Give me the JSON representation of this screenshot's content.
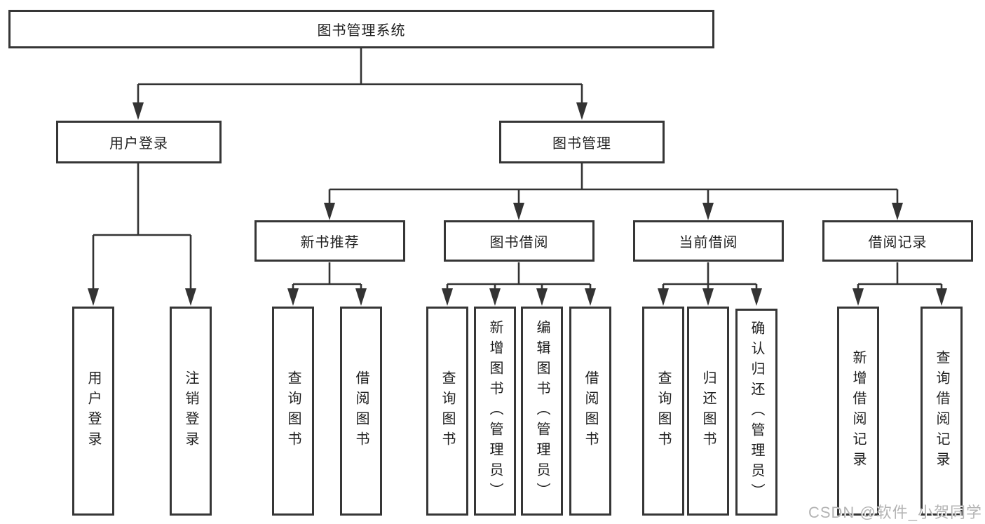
{
  "diagram": {
    "title": "图书管理系统",
    "colors": {
      "line": "#333333",
      "box_border": "#363636",
      "text": "#1f1f1f",
      "watermark": "#b4b4b4",
      "background": "#ffffff"
    },
    "level2": {
      "user_login": "用户登录",
      "book_management": "图书管理"
    },
    "level3": {
      "new_book_recommend": "新书推荐",
      "book_borrowing": "图书借阅",
      "current_borrowing": "当前借阅",
      "borrow_records": "借阅记录"
    },
    "leaves": {
      "user_login": "用户登录",
      "logout": "注销登录",
      "nb_query_books": "查询图书",
      "nb_borrow_books": "借阅图书",
      "bb_query_books": "查询图书",
      "bb_add_books_admin": "新增图书（管理员）",
      "bb_edit_books_admin": "编辑图书（管理员）",
      "bb_borrow_books": "借阅图书",
      "cb_query_books": "查询图书",
      "cb_return_books": "归还图书",
      "cb_confirm_return_admin": "确认归还（管理员）",
      "br_add_record": "新增借阅记录",
      "br_query_record": "查询借阅记录"
    },
    "watermark": "CSDN @软件_小贺同学"
  }
}
